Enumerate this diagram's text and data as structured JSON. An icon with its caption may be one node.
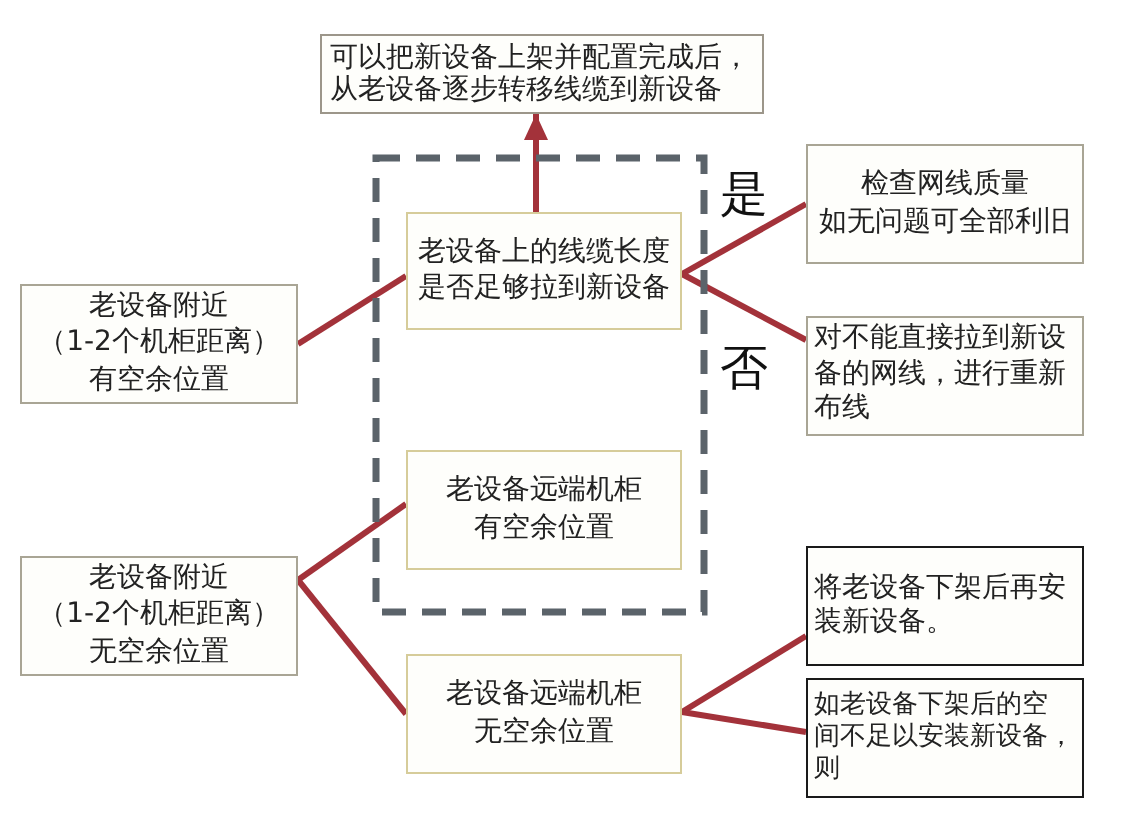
{
  "diagram": {
    "nodes": [
      {
        "text": [
          "可以把新设备上架并配置完成后，从老设备逐步转移线缆到新设备"
        ]
      },
      {
        "text": [],
        "shape": "box"
      },
      {
        "text": [
          "老设备上的线缆长度是否足够拉到新设备"
        ],
        "in": 1
      },
      {
        "text": [
          "检查网线质量如无问题可全部利旧"
        ]
      },
      {
        "text": [
          "老设备附近（1-2个机柜距离）有空余位置"
        ]
      },
      {
        "text": [
          "对不能直接拉到新设备的网线，进行重新布线"
        ]
      },
      {
        "text": [
          "老设备远端机柜有空余位置"
        ],
        "in": 1
      },
      {
        "text": [
          "老设备附近（1-2个机柜距离）无空余位置"
        ]
      },
      {
        "text": [
          "将老设备下架后再安装新设备。"
        ]
      },
      {
        "text": [
          "老设备远端机柜无空余位置"
        ]
      },
      {
        "text": [
          "如老设备下架后的空间不足以安装新设备，则"
        ]
      }
    ],
    "edges": [
      {
        "from": 4,
        "to": 2,
        "arrow": "none"
      },
      {
        "from": 2,
        "to": 0,
        "arrow": "to"
      },
      {
        "from": 2,
        "to": 3,
        "arrow": "none",
        "label": "是"
      },
      {
        "from": 2,
        "to": 5,
        "arrow": "none",
        "label": "否"
      },
      {
        "from": 7,
        "to": 6,
        "arrow": "none"
      },
      {
        "from": 7,
        "to": 9,
        "arrow": "none"
      },
      {
        "from": 9,
        "to": 8,
        "arrow": "none"
      },
      {
        "from": 9,
        "to": 10,
        "arrow": "none"
      }
    ]
  }
}
